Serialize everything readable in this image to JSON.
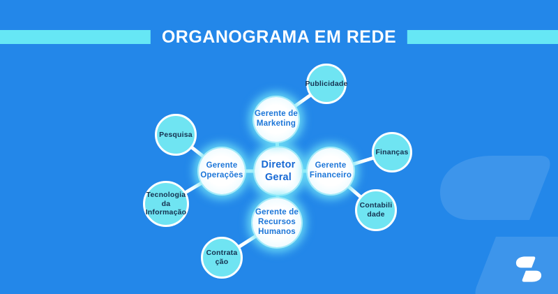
{
  "header": {
    "title": "ORGANOGRAMA EM REDE",
    "band_color": "#66E7F5",
    "title_color": "#FFFFFF"
  },
  "canvas": {
    "background_color": "#2387E9",
    "connector_color": "#FFFFFF"
  },
  "diagram": {
    "type": "network-organogram",
    "nodes": {
      "diretor": {
        "label": "Diretor\nGeral",
        "role": "central",
        "fill": "#FFFFFF",
        "text_color": "#1668D4"
      },
      "marketing": {
        "label": "Gerente de\nMarketing",
        "role": "manager",
        "fill": "#FFFFFF",
        "text_color": "#1B75D8"
      },
      "publicidade": {
        "label": "Publicidade",
        "role": "leaf",
        "fill": "#6FE4F2",
        "text_color": "#14304F"
      },
      "financeiro": {
        "label": "Gerente\nFinanceiro",
        "role": "manager",
        "fill": "#FFFFFF",
        "text_color": "#1B75D8"
      },
      "financas": {
        "label": "Finanças",
        "role": "leaf",
        "fill": "#6FE4F2",
        "text_color": "#14304F"
      },
      "contabilidade": {
        "label": "Contabili\ndade",
        "role": "leaf",
        "fill": "#6FE4F2",
        "text_color": "#14304F"
      },
      "recursos": {
        "label": "Gerente de\nRecursos\nHumanos",
        "role": "manager",
        "fill": "#FFFFFF",
        "text_color": "#1B75D8"
      },
      "contratacao": {
        "label": "Contrata\nção",
        "role": "leaf",
        "fill": "#6FE4F2",
        "text_color": "#14304F"
      },
      "operacoes": {
        "label": "Gerente\nOperações",
        "role": "manager",
        "fill": "#FFFFFF",
        "text_color": "#1B75D8"
      },
      "pesquisa": {
        "label": "Pesquisa",
        "role": "leaf",
        "fill": "#6FE4F2",
        "text_color": "#14304F"
      },
      "tecnologia": {
        "label": "Tecnologia\nda\nInformação",
        "role": "leaf",
        "fill": "#6FE4F2",
        "text_color": "#14304F"
      }
    },
    "edges": [
      [
        "diretor",
        "marketing"
      ],
      [
        "diretor",
        "financeiro"
      ],
      [
        "diretor",
        "recursos"
      ],
      [
        "diretor",
        "operacoes"
      ],
      [
        "marketing",
        "publicidade"
      ],
      [
        "financeiro",
        "financas"
      ],
      [
        "financeiro",
        "contabilidade"
      ],
      [
        "recursos",
        "contratacao"
      ],
      [
        "operacoes",
        "pesquisa"
      ],
      [
        "operacoes",
        "tecnologia"
      ]
    ]
  },
  "brand": {
    "watermark_icon": "swoosh-logo-icon",
    "corner_icon": "swoosh-logo-icon"
  }
}
